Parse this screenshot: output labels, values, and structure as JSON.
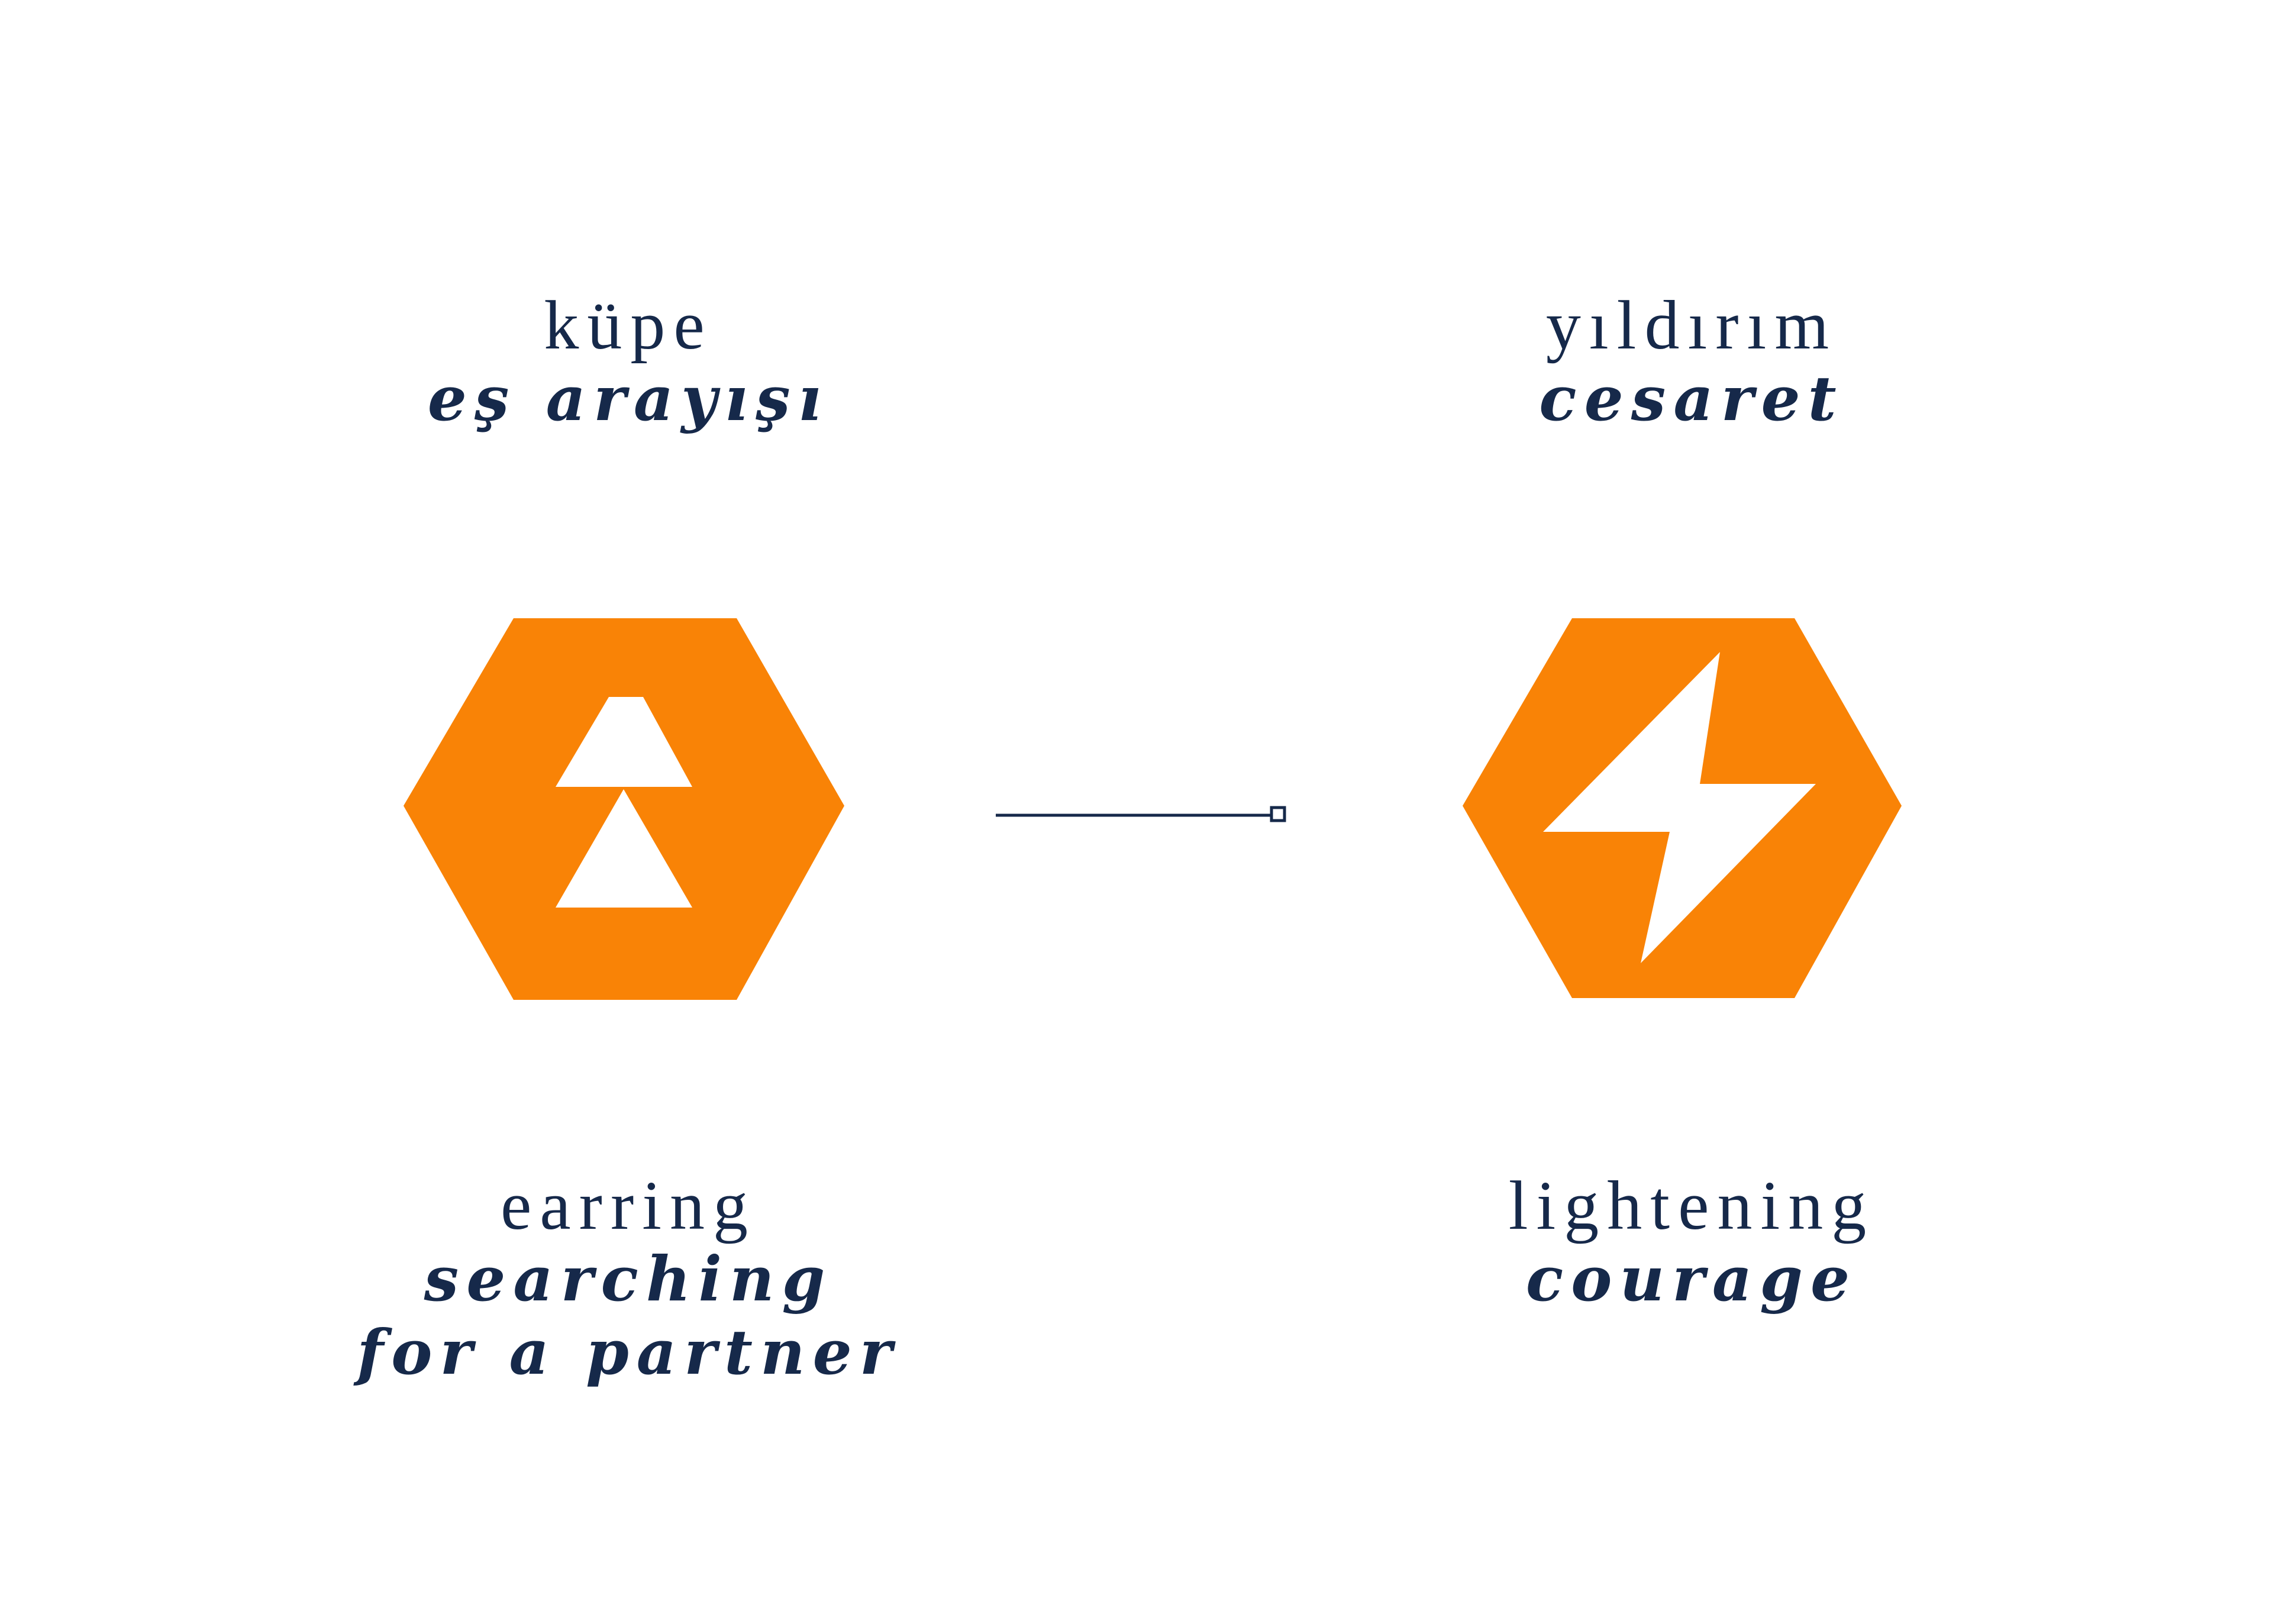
{
  "left": {
    "top": {
      "word": "küpe",
      "meaning": "eş arayışı"
    },
    "bottom": {
      "word": "earring",
      "meaning_line1": "searching",
      "meaning_line2": "for a partner"
    },
    "icon": "earring-icon"
  },
  "right": {
    "top": {
      "word": "yıldırım",
      "meaning": "cesaret"
    },
    "bottom": {
      "word": "lightening",
      "meaning": "courage"
    },
    "icon": "lightning-icon"
  },
  "colors": {
    "accent": "#f98306",
    "text": "#16294a",
    "background": "#ffffff"
  }
}
